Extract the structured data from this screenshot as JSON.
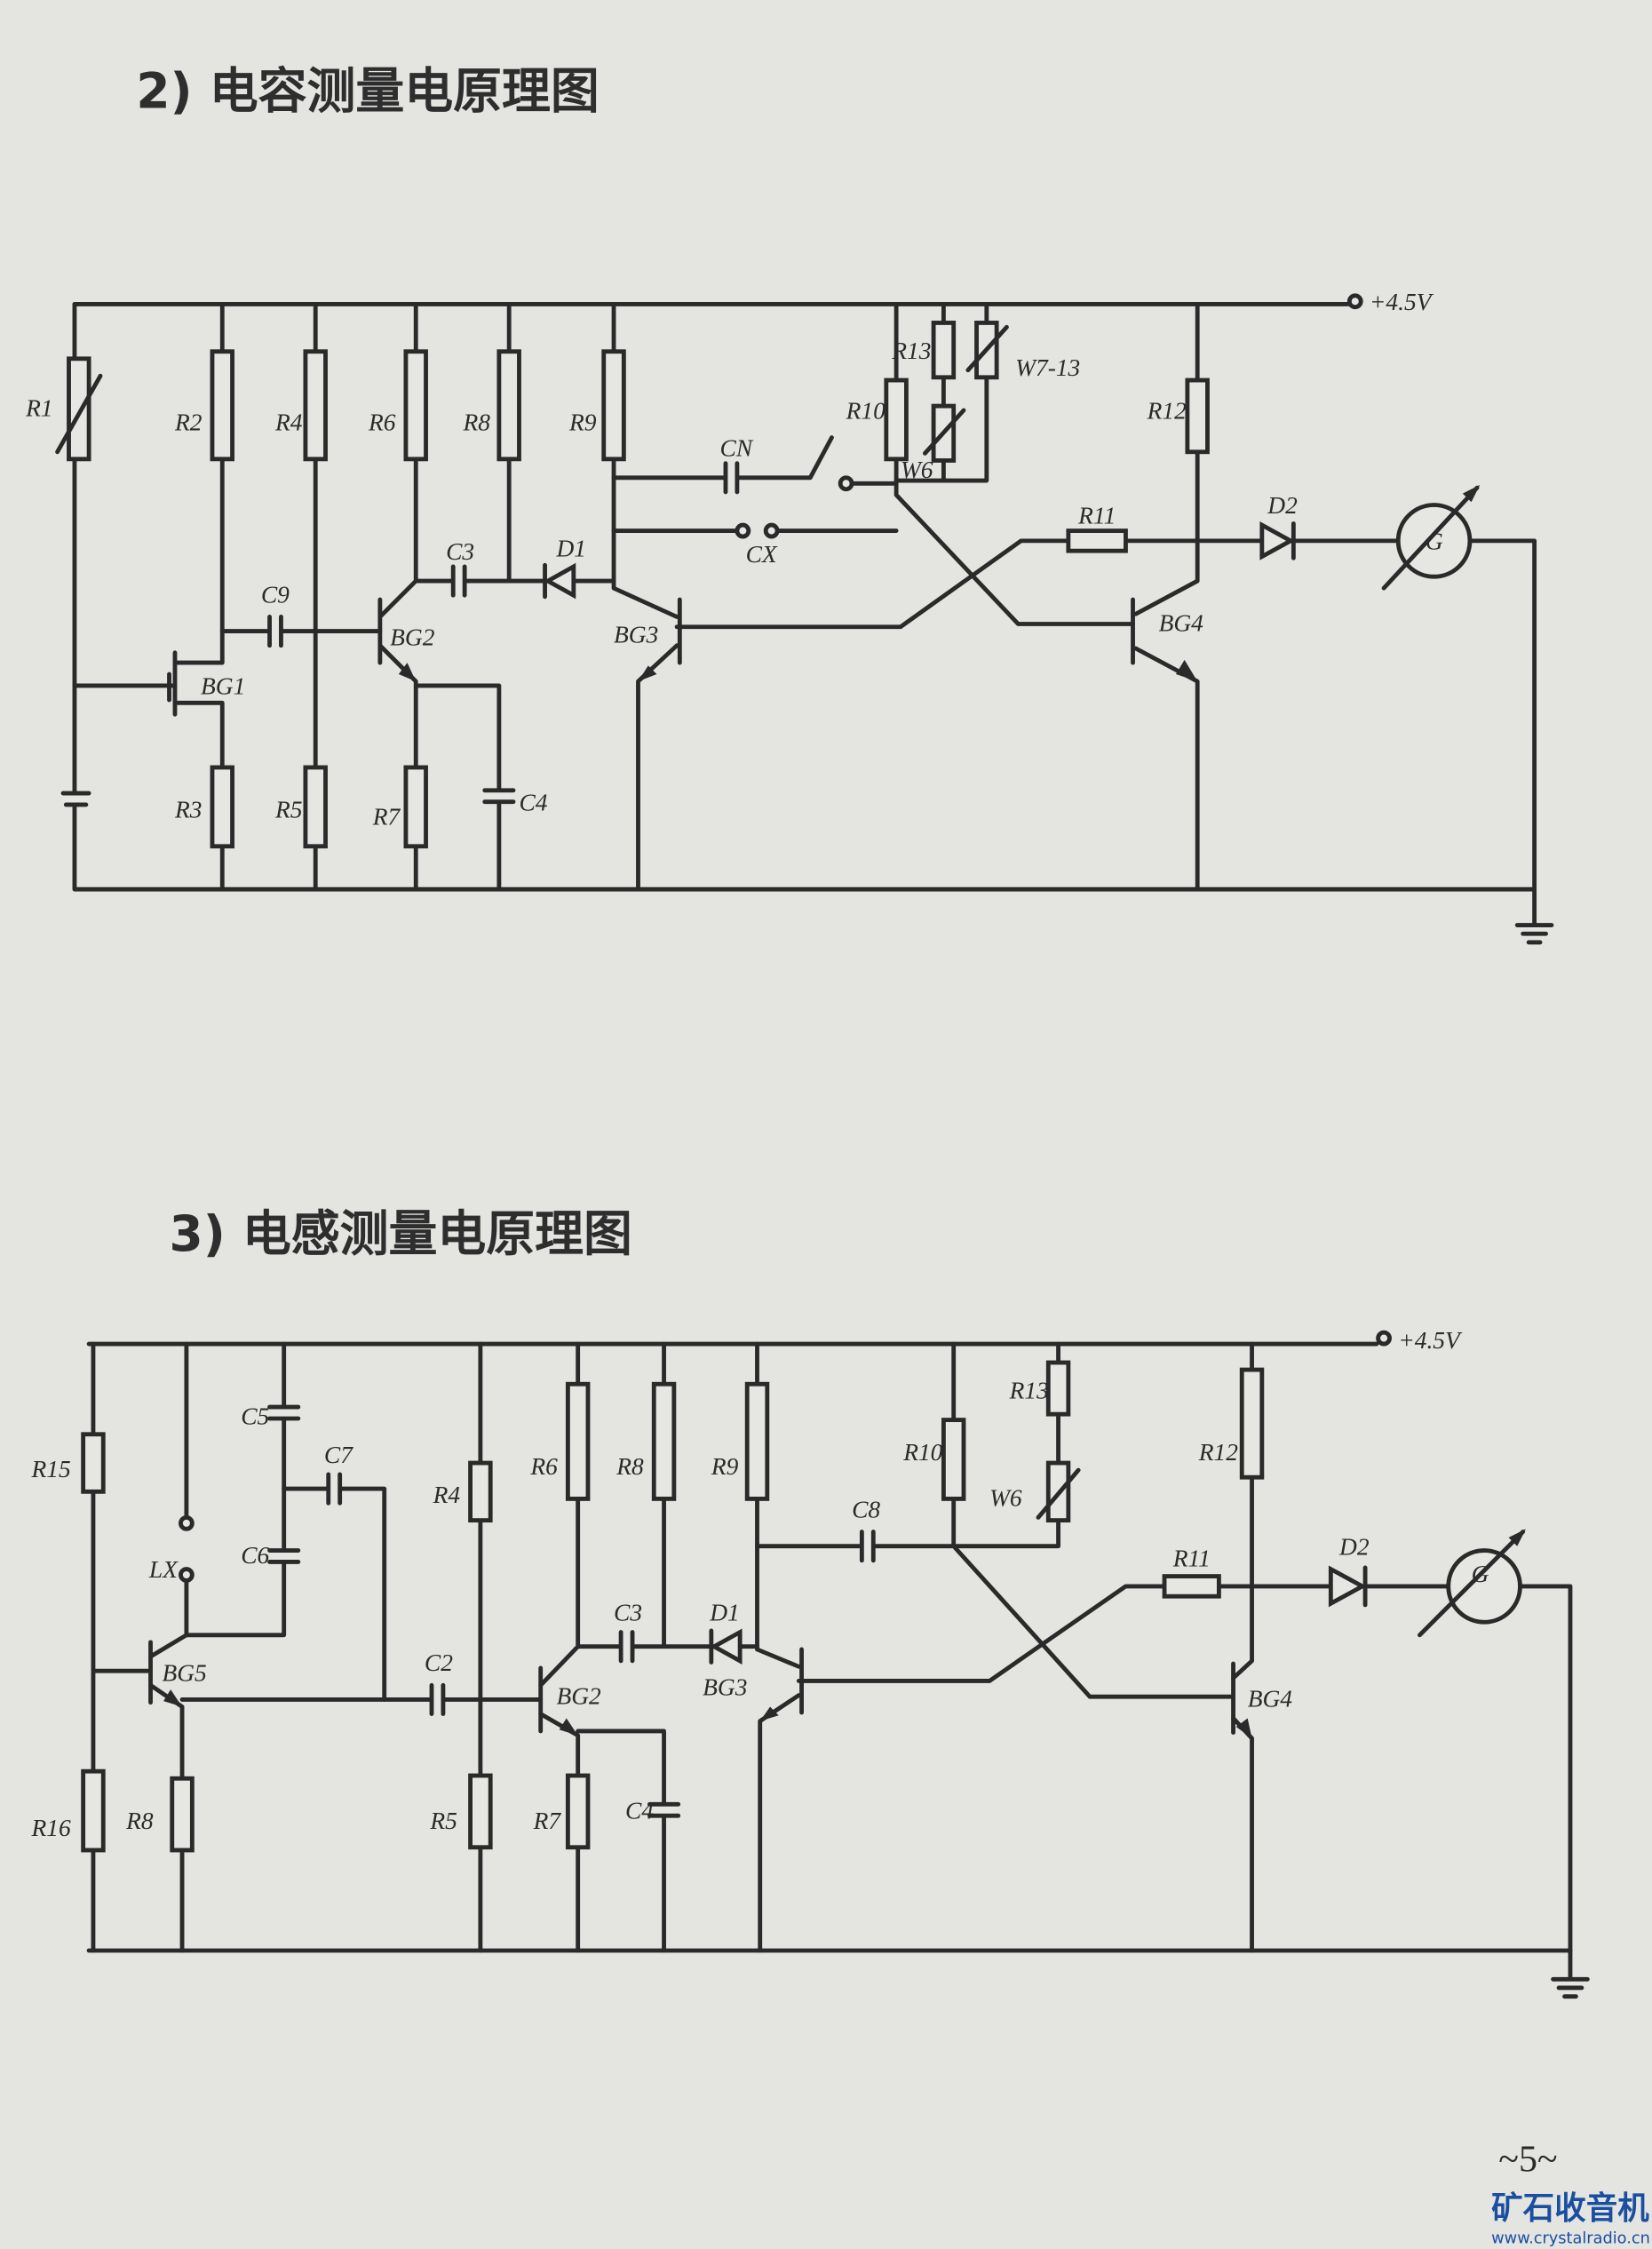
{
  "diagram1": {
    "title": "2) 电容测量电原理图",
    "supply": "+4.5V",
    "labels": {
      "R1": "R1",
      "R2": "R2",
      "R3": "R3",
      "R4": "R4",
      "R5": "R5",
      "R6": "R6",
      "R7": "R7",
      "R8": "R8",
      "R9": "R9",
      "R10": "R10",
      "R11": "R11",
      "R12": "R12",
      "R13": "R13",
      "W6": "W6",
      "W7_13": "W7-13",
      "C3": "C3",
      "C4": "C4",
      "C9": "C9",
      "CN": "CN",
      "CX": "CX",
      "D1": "D1",
      "D2": "D2",
      "BG1": "BG1",
      "BG2": "BG2",
      "BG3": "BG3",
      "BG4": "BG4",
      "G": "G"
    }
  },
  "diagram2": {
    "title": "3) 电感测量电原理图",
    "supply": "+4.5V",
    "labels": {
      "R15": "R15",
      "R16": "R16",
      "R8a": "R8",
      "LX": "LX",
      "C5": "C5",
      "C6": "C6",
      "C7": "C7",
      "C2": "C2",
      "R4": "R4",
      "R5": "R5",
      "R6": "R6",
      "R7": "R7",
      "R8": "R8",
      "R9": "R9",
      "C3": "C3",
      "C4": "C4",
      "D1": "D1",
      "C8": "C8",
      "R10": "R10",
      "R13": "R13",
      "W6": "W6",
      "R11": "R11",
      "R12": "R12",
      "D2": "D2",
      "BG5": "BG5",
      "BG2": "BG2",
      "BG3": "BG3",
      "BG4": "BG4",
      "G": "G"
    }
  },
  "page_number": "~5~",
  "watermark": {
    "name": "矿石收音机",
    "url": "www.crystalradio.cn"
  }
}
